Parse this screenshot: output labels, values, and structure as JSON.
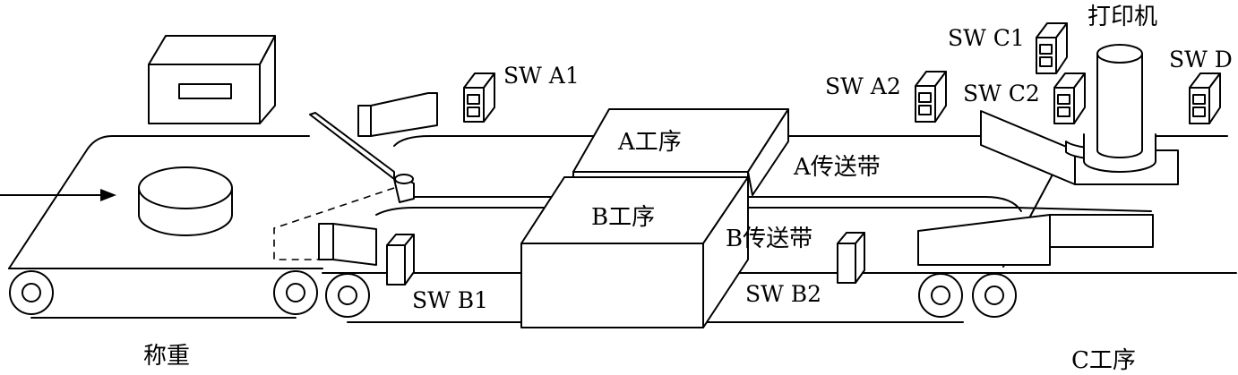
{
  "labels": {
    "printer": "打印机",
    "sw_c1": "SW C1",
    "sw_a1": "SW A1",
    "sw_a2": "SW A2",
    "sw_c2": "SW C2",
    "sw_d": "SW D",
    "process_a": "A工序",
    "belt_a": "A传送带",
    "process_b": "B工序",
    "belt_b": "B传送带",
    "sw_b1": "SW B1",
    "sw_b2": "SW B2",
    "weighing": "称重",
    "process_c": "C工序"
  }
}
